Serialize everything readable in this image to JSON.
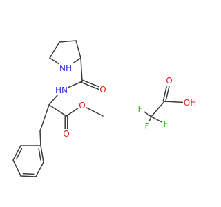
{
  "colors": {
    "bond": "#3b3b3b",
    "N": "#2a2ad8",
    "O": "#e01b1b",
    "F": "#3fa72d"
  },
  "molecules": [
    {
      "name": "prolyl-phenylalanine-methyl-ester",
      "atoms": [
        {
          "id": "a1",
          "el": "C"
        },
        {
          "id": "a2",
          "el": "C"
        },
        {
          "id": "a3",
          "el": "C"
        },
        {
          "id": "a4",
          "el": "C"
        },
        {
          "id": "nh1",
          "el": "N",
          "label": "NH"
        },
        {
          "id": "c6",
          "el": "C"
        },
        {
          "id": "o1",
          "el": "O",
          "label": "O"
        },
        {
          "id": "nh2",
          "el": "N",
          "label": "HN"
        },
        {
          "id": "ca",
          "el": "C"
        },
        {
          "id": "c9",
          "el": "C"
        },
        {
          "id": "o2",
          "el": "O",
          "label": "O"
        },
        {
          "id": "o3",
          "el": "O",
          "label": "O"
        },
        {
          "id": "me",
          "el": "C"
        },
        {
          "id": "cb",
          "el": "C"
        },
        {
          "id": "p1",
          "el": "C"
        },
        {
          "id": "p2",
          "el": "C"
        },
        {
          "id": "p3",
          "el": "C"
        },
        {
          "id": "p4",
          "el": "C"
        },
        {
          "id": "p5",
          "el": "C"
        },
        {
          "id": "p6",
          "el": "C"
        }
      ]
    },
    {
      "name": "trifluoroacetic-acid",
      "atoms": [
        {
          "id": "t1",
          "el": "C"
        },
        {
          "id": "t2",
          "el": "C"
        },
        {
          "id": "to1",
          "el": "O",
          "label": "O"
        },
        {
          "id": "toh",
          "el": "O",
          "label": "OH"
        },
        {
          "id": "f1",
          "el": "F",
          "label": "F"
        },
        {
          "id": "f2",
          "el": "F",
          "label": "F"
        },
        {
          "id": "f3",
          "el": "F",
          "label": "F"
        }
      ]
    }
  ]
}
